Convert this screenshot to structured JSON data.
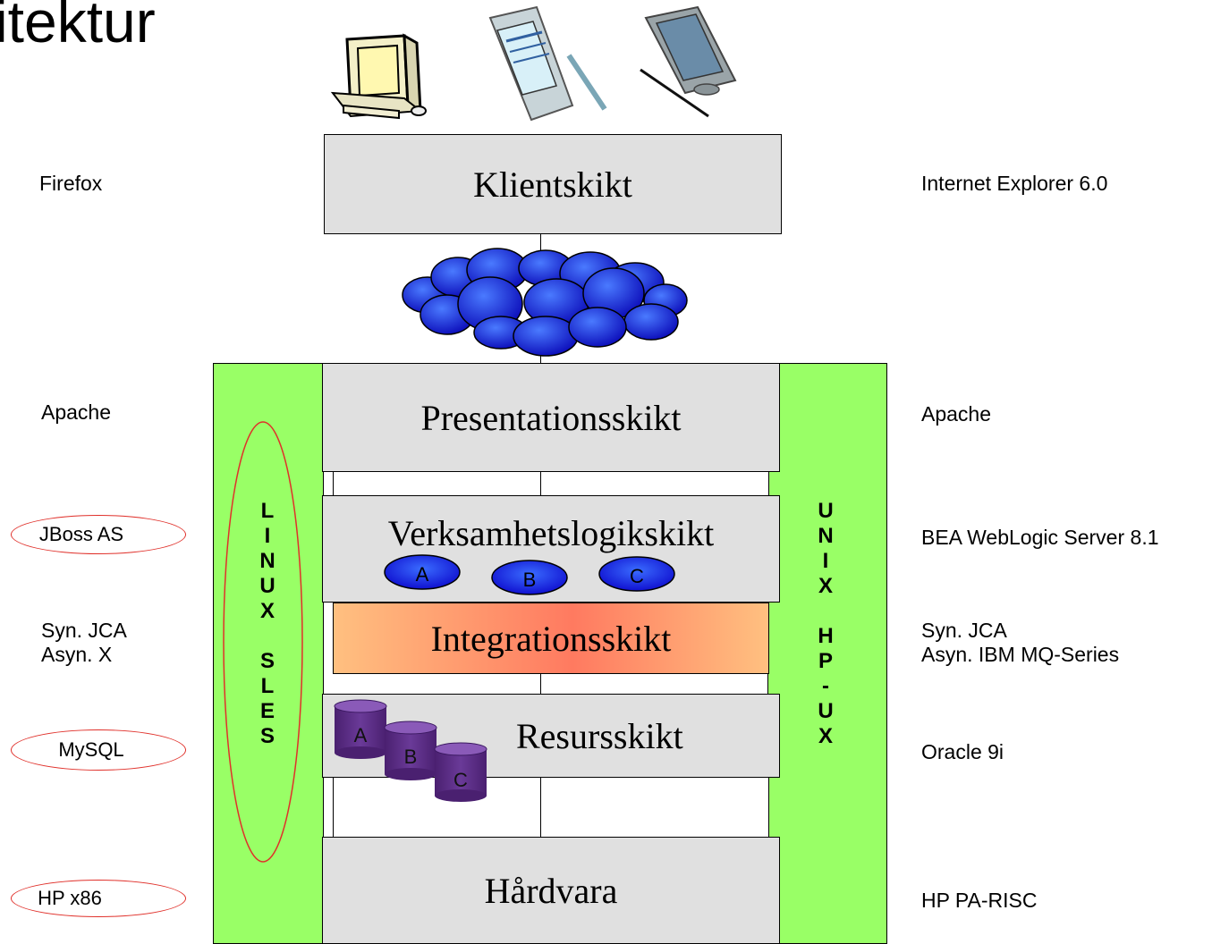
{
  "title": "itektur",
  "tiers": {
    "client": "Klientskikt",
    "presentation": "Presentationsskikt",
    "business": "Verksamhetslogikskikt",
    "integration": "Integrationsskikt",
    "resource": "Resursskikt",
    "hardware": "Hårdvara"
  },
  "components": [
    "A",
    "B",
    "C"
  ],
  "databases": [
    "A",
    "B",
    "C"
  ],
  "left": {
    "client": "Firefox",
    "web": "Apache",
    "app": "JBoss AS",
    "integration_sync": "Syn. JCA",
    "integration_async": "Asyn. X",
    "db": "MySQL",
    "hw": "HP x86",
    "os_letters": [
      "L",
      "I",
      "N",
      "U",
      "X",
      "",
      "S",
      "L",
      "E",
      "S"
    ]
  },
  "right": {
    "client": "Internet Explorer 6.0",
    "web": "Apache",
    "app": "BEA WebLogic Server 8.1",
    "integration_sync": "Syn. JCA",
    "integration_async": "Asyn. IBM MQ-Series",
    "db": "Oracle 9i",
    "hw": "HP PA-RISC",
    "os_letters": [
      "U",
      "N",
      "I",
      "X",
      "",
      "H",
      "P",
      "-",
      "U",
      "X"
    ]
  },
  "colors": {
    "green": "#99ff66",
    "tier_gray": "#e0e0e0",
    "blue": "#2020e0",
    "purple": "#5a2a80",
    "red_outline": "#e0302a"
  }
}
